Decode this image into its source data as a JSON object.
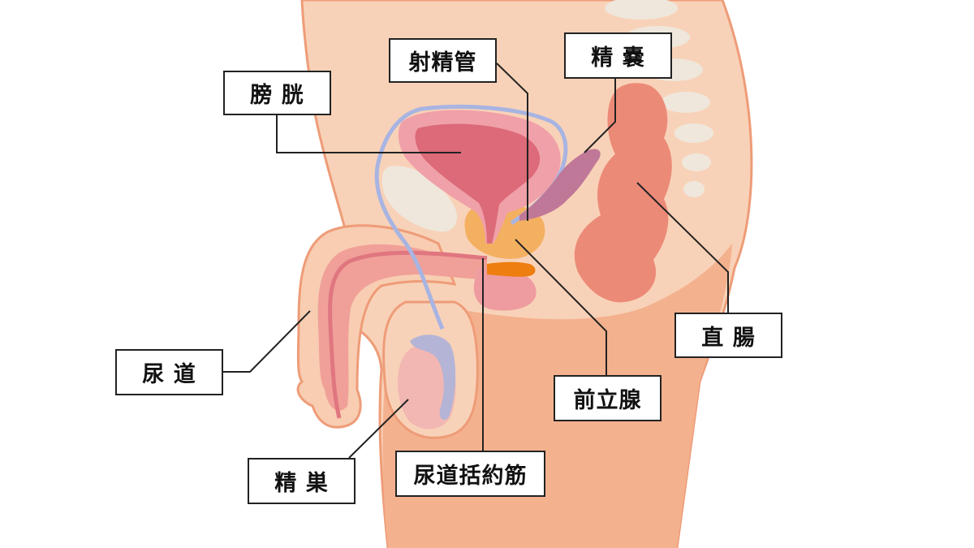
{
  "labels": {
    "bladder": "膀 胱",
    "ejaculatory_duct": "射精管",
    "seminal_vesicle": "精 嚢",
    "rectum": "直 腸",
    "prostate": "前立腺",
    "urethral_sphincter": "尿道括約筋",
    "urethra": "尿 道",
    "testis": "精 巣"
  },
  "colors": {
    "skin_light": "#F8D2B8",
    "skin_mid": "#F4B18E",
    "skin_outline": "#EE9C78",
    "bladder": "#DC6A78",
    "rectum": "#EC8A78",
    "prostate": "#F3B060",
    "vesicle": "#C07898",
    "testis": "#F2B7B2",
    "epididymis": "#B4B4D6",
    "vas": "#A8B4E2",
    "spine": "#EFE7DC",
    "orange": "#EE7E10",
    "leader": "#222222"
  }
}
